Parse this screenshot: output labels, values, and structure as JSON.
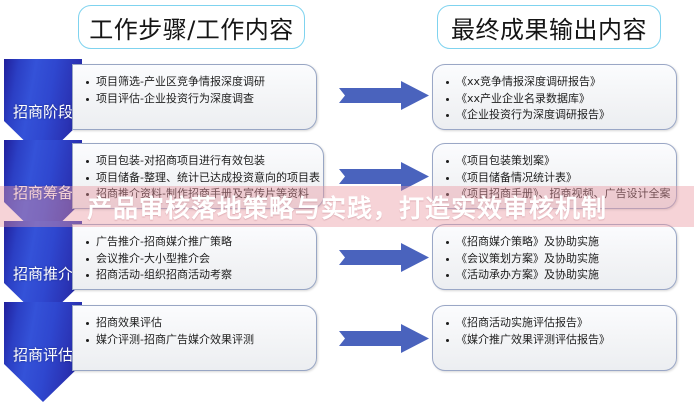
{
  "overlay": {
    "text": "产品审核落地策略与实践，打造实效审核机制",
    "band_color": "#e996a0",
    "text_color": "#ffffff"
  },
  "headers": {
    "left": "工作步骤/工作内容",
    "right": "最终成果输出内容",
    "border_color": "#7fd3ef"
  },
  "colors": {
    "chevron_blue": "#2f47cf",
    "arrow_blue": "#4a63bd",
    "box_border": "#98a6c4",
    "box_fill": "#f4f5f7"
  },
  "stages": [
    {
      "label": "招商阶段",
      "steps": [
        "项目筛选-产业区竞争情报深度调研",
        "项目评估-企业投资行为深度调查"
      ],
      "outputs": [
        "《xx竞争情报深度调研报告》",
        "《xx产业企业名录数据库》",
        "《企业投资行为深度调研报告》"
      ]
    },
    {
      "label": "招商筹备",
      "steps": [
        "项目包装-对招商项目进行有效包装",
        "项目储备-整理、统计已达成投资意向的项目表",
        "招商推介资料-制作招商手册及宣传片等资料"
      ],
      "outputs": [
        "《项目包装策划案》",
        "《项目储备情况统计表》",
        "《项目招商手册》、招商视频、广告设计全案"
      ]
    },
    {
      "label": "招商推介",
      "steps": [
        "广告推介-招商媒介推广策略",
        "会议推介-大小型推介会",
        "招商活动-组织招商活动考察"
      ],
      "outputs": [
        "《招商媒介策略》及协助实施",
        "《会议策划方案》及协助实施",
        "《活动承办方案》及协助实施"
      ]
    },
    {
      "label": "招商评估",
      "steps": [
        "招商效果评估",
        "媒介评测-招商广告媒介效果评测"
      ],
      "outputs": [
        "《招商活动实施评估报告》",
        "《媒介推广效果评测评估报告》"
      ]
    }
  ]
}
